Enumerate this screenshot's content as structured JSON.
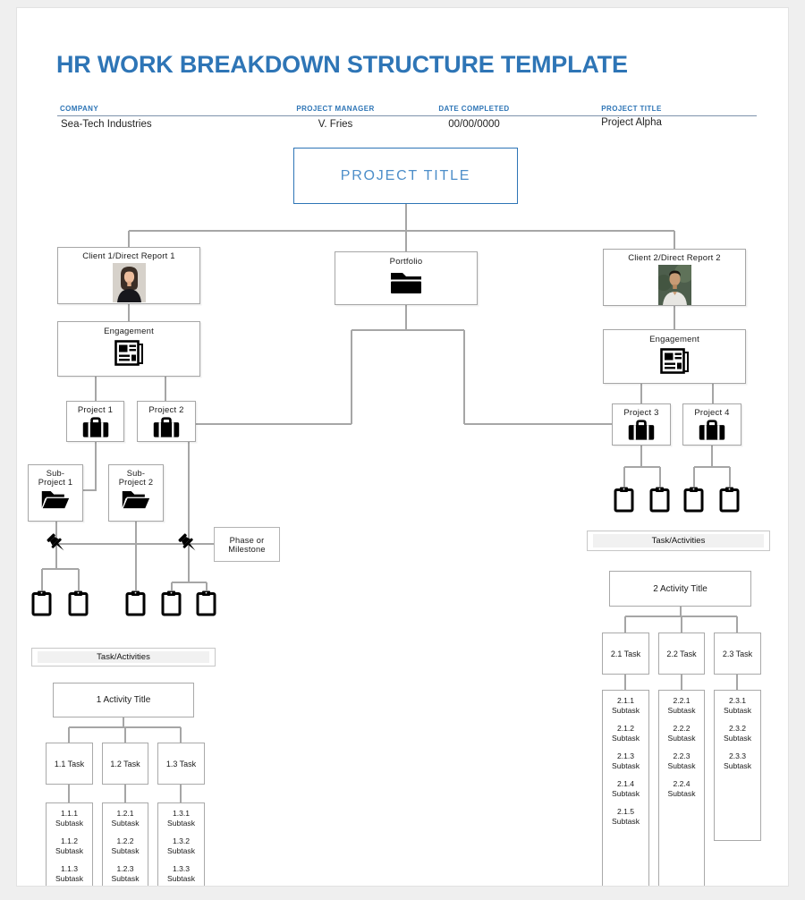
{
  "header": {
    "title": "HR WORK BREAKDOWN STRUCTURE TEMPLATE",
    "fields": [
      {
        "label": "COMPANY",
        "value": "Sea-Tech Industries"
      },
      {
        "label": "PROJECT MANAGER",
        "value": "V. Fries"
      },
      {
        "label": "DATE COMPLETED",
        "value": "00/00/0000"
      },
      {
        "label": "PROJECT TITLE",
        "value": "Project Alpha"
      }
    ]
  },
  "colors": {
    "title_blue": "#2E75B6",
    "project_title_text_blue": "#4D8EC9",
    "connector_gray": "#A6A6A6"
  },
  "diagram": {
    "project_title": "PROJECT TITLE",
    "nodes": {
      "client1": "Client 1/Direct Report 1",
      "portfolio": "Portfolio",
      "client2": "Client 2/Direct Report 2",
      "engagement_left": "Engagement",
      "engagement_right": "Engagement",
      "project1": "Project 1",
      "project2": "Project 2",
      "project3": "Project 3",
      "project4": "Project 4",
      "subproject1": "Sub-\nProject 1",
      "subproject2": "Sub-\nProject 2",
      "phase_milestone": "Phase or\nMilestone"
    },
    "icons": {
      "portfolio": "folder-icon",
      "engagement": "newspaper-icon",
      "project": "briefcase-icon",
      "subproject": "open-folder-icon",
      "task": "clipboard-icon",
      "milestone": "pushpin-icon",
      "client1": "woman-portrait-photo",
      "client2": "man-portrait-photo"
    }
  },
  "wbs_left": {
    "bar_label": "Task/Activities",
    "activity_title": "1 Activity Title",
    "tasks": [
      {
        "label": "1.1 Task",
        "subtasks": [
          "1.1.1\nSubtask",
          "1.1.2\nSubtask",
          "1.1.3\nSubtask"
        ]
      },
      {
        "label": "1.2 Task",
        "subtasks": [
          "1.2.1\nSubtask",
          "1.2.2\nSubtask",
          "1.2.3\nSubtask"
        ]
      },
      {
        "label": "1.3 Task",
        "subtasks": [
          "1.3.1\nSubtask",
          "1.3.2\nSubtask",
          "1.3.3\nSubtask"
        ]
      }
    ]
  },
  "wbs_right": {
    "bar_label": "Task/Activities",
    "activity_title": "2 Activity Title",
    "tasks": [
      {
        "label": "2.1 Task",
        "subtasks": [
          "2.1.1\nSubtask",
          "2.1.2\nSubtask",
          "2.1.3\nSubtask",
          "2.1.4\nSubtask",
          "2.1.5\nSubtask"
        ]
      },
      {
        "label": "2.2 Task",
        "subtasks": [
          "2.2.1\nSubtask",
          "2.2.2\nSubtask",
          "2.2.3\nSubtask",
          "2.2.4\nSubtask"
        ]
      },
      {
        "label": "2.3 Task",
        "subtasks": [
          "2.3.1\nSubtask",
          "2.3.2\nSubtask",
          "2.3.3\nSubtask"
        ]
      }
    ]
  }
}
